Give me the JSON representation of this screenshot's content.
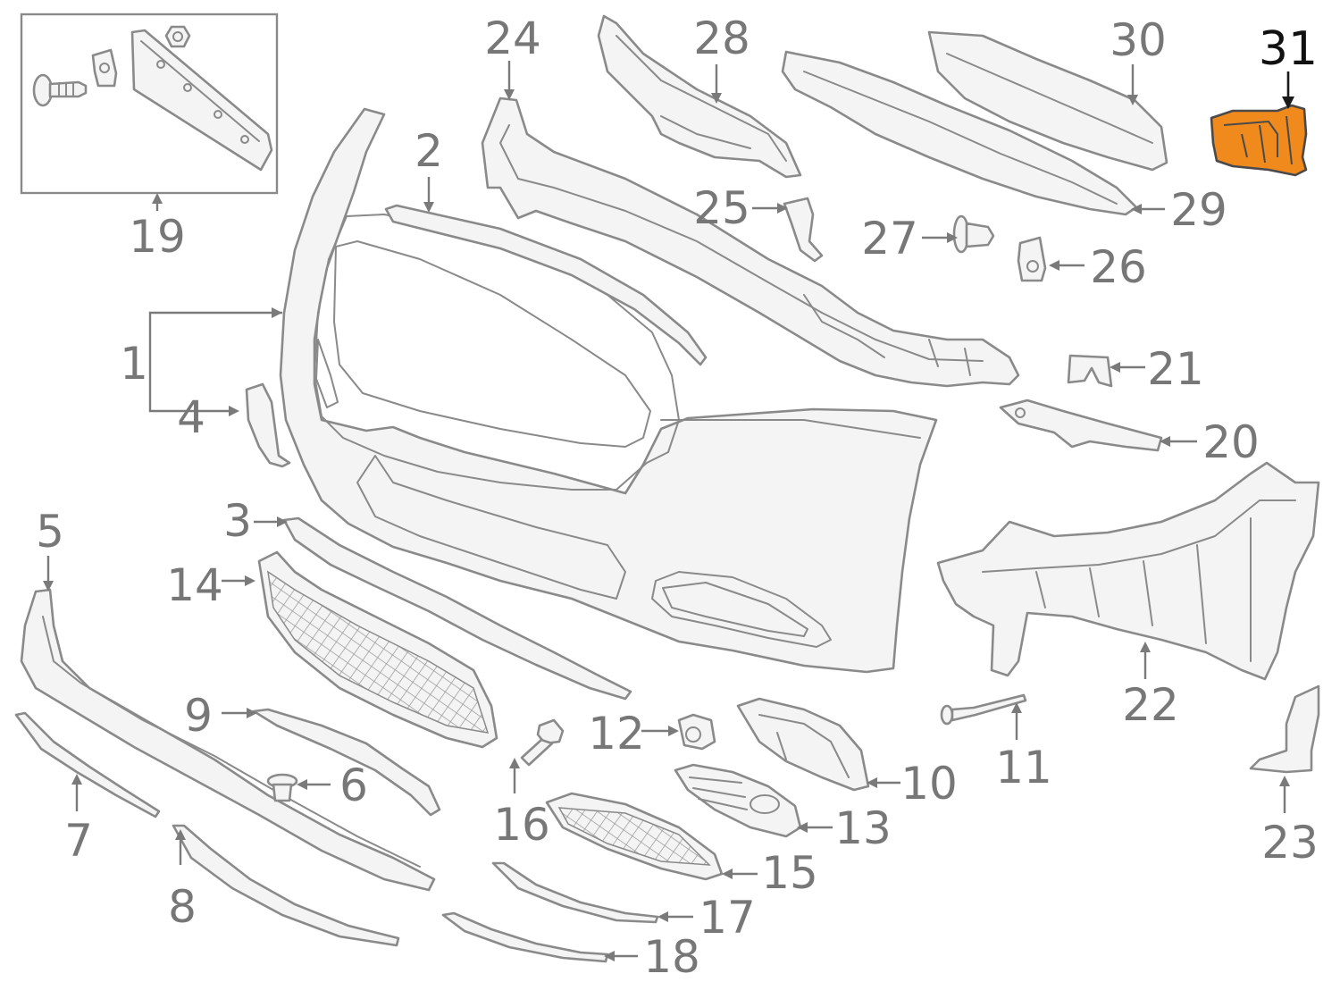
{
  "diagram": {
    "highlight_color": "#f08a1c",
    "callouts": [
      {
        "id": "1",
        "label": "1"
      },
      {
        "id": "2",
        "label": "2"
      },
      {
        "id": "3",
        "label": "3"
      },
      {
        "id": "4",
        "label": "4"
      },
      {
        "id": "5",
        "label": "5"
      },
      {
        "id": "6",
        "label": "6"
      },
      {
        "id": "7",
        "label": "7"
      },
      {
        "id": "8",
        "label": "8"
      },
      {
        "id": "9",
        "label": "9"
      },
      {
        "id": "10",
        "label": "10"
      },
      {
        "id": "11",
        "label": "11"
      },
      {
        "id": "12",
        "label": "12"
      },
      {
        "id": "13",
        "label": "13"
      },
      {
        "id": "14",
        "label": "14"
      },
      {
        "id": "15",
        "label": "15"
      },
      {
        "id": "16",
        "label": "16"
      },
      {
        "id": "17",
        "label": "17"
      },
      {
        "id": "18",
        "label": "18"
      },
      {
        "id": "19",
        "label": "19"
      },
      {
        "id": "20",
        "label": "20"
      },
      {
        "id": "21",
        "label": "21"
      },
      {
        "id": "22",
        "label": "22"
      },
      {
        "id": "23",
        "label": "23"
      },
      {
        "id": "24",
        "label": "24"
      },
      {
        "id": "25",
        "label": "25"
      },
      {
        "id": "26",
        "label": "26"
      },
      {
        "id": "27",
        "label": "27"
      },
      {
        "id": "28",
        "label": "28"
      },
      {
        "id": "29",
        "label": "29"
      },
      {
        "id": "30",
        "label": "30"
      },
      {
        "id": "31",
        "label": "31"
      }
    ]
  }
}
